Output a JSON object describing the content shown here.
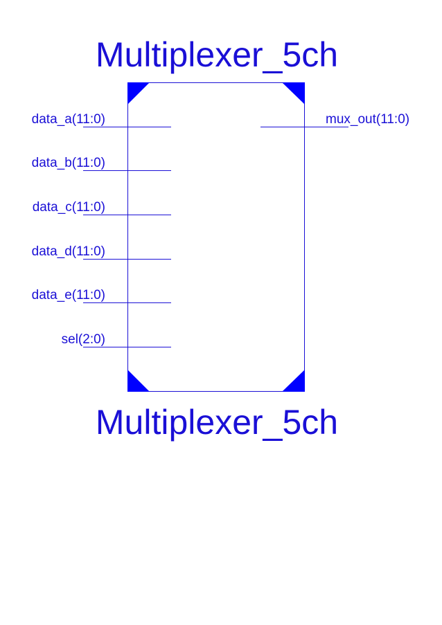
{
  "symbol": {
    "title_top": "Multiplexer_5ch",
    "title_bottom": "Multiplexer_5ch",
    "inputs": [
      {
        "label": "data_a(11:0)"
      },
      {
        "label": "data_b(11:0)"
      },
      {
        "label": "data_c(11:0)"
      },
      {
        "label": "data_d(11:0)"
      },
      {
        "label": "data_e(11:0)"
      },
      {
        "label": "sel(2:0)"
      }
    ],
    "outputs": [
      {
        "label": "mux_out(11:0)"
      }
    ]
  },
  "colors": {
    "text": "#1a0fd6",
    "corner_fill": "#0000ff",
    "outline": "#1a0fd6"
  }
}
